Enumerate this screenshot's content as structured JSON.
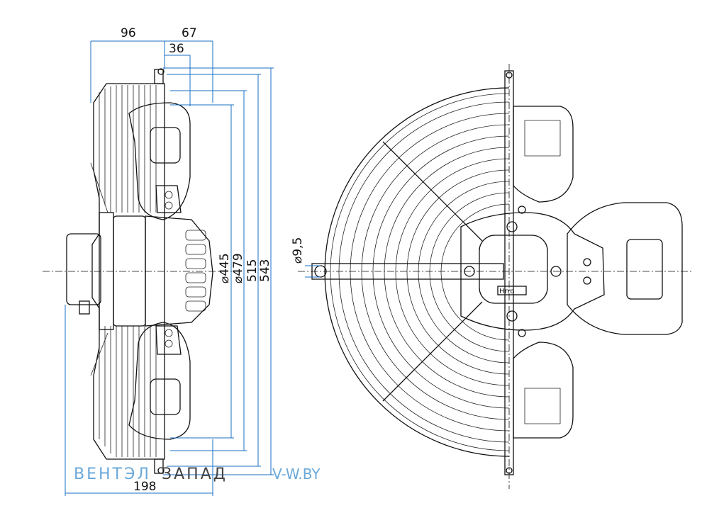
{
  "dimensions": {
    "width_96": "96",
    "width_67": "67",
    "width_36": "36",
    "width_198": "198",
    "dia_445": "⌀445",
    "dia_479": "⌀479",
    "len_515": "515",
    "len_543": "543",
    "hole_9_5": "⌀9,5"
  },
  "watermark": {
    "part1": "ВЕНТЭЛ",
    "part2": "ЗАПАД",
    "part3": "V-W.BY"
  },
  "brand_label": "Hrro",
  "colors": {
    "dimension_lines": "#1a6fc4",
    "watermark_blue": "#6aa8d8",
    "watermark_dark": "#444444",
    "ink": "#111111"
  }
}
